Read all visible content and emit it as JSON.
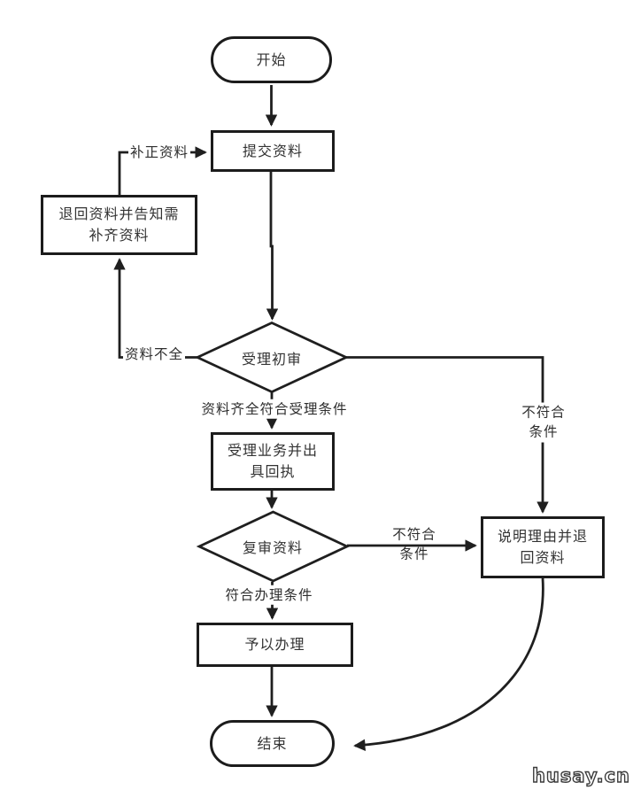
{
  "watermark": "husay.cn",
  "colors": {
    "line": "#1f1f1f",
    "border": "#1c1c1c",
    "text": "#333333",
    "node_bg": "#ffffff"
  },
  "nodes": {
    "start": {
      "label": "开始"
    },
    "submit": {
      "label": "提交资料"
    },
    "return_materials": {
      "line1": "退回资料并告知需",
      "line2": "补齐资料"
    },
    "initial_review": {
      "label": "受理初审"
    },
    "accept_business": {
      "line1": "受理业务并出",
      "line2": "具回执"
    },
    "re_review": {
      "label": "复审资料"
    },
    "explain_return": {
      "line1": "说明理由并退",
      "line2": "回资料"
    },
    "process": {
      "label": "予以办理"
    },
    "end": {
      "label": "结束"
    }
  },
  "edge_labels": {
    "correct_materials": "补正资料",
    "materials_incomplete": "资料不全",
    "complete_meets_conditions": "资料齐全符合受理条件",
    "not_meet_right_line1": "不符合",
    "not_meet_right_line2": "条件",
    "not_meet_mid_line1": "不符合",
    "not_meet_mid_line2": "条件",
    "meets_processing_conditions": "符合办理条件"
  }
}
